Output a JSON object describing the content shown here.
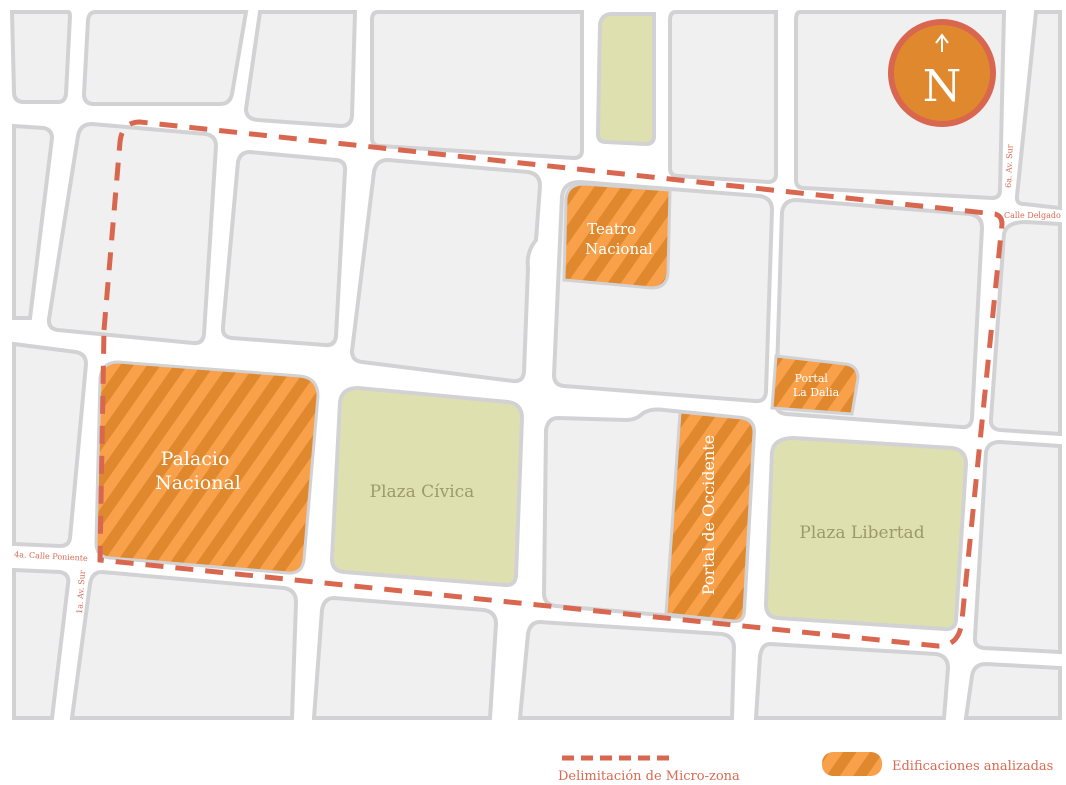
{
  "map": {
    "buildings": {
      "palacio": [
        "Palacio",
        "Nacional"
      ],
      "teatro": [
        "Teatro",
        "Nacional"
      ],
      "dalia": [
        "Portal",
        "La Dalia"
      ],
      "occidente": "Portal de Occidente"
    },
    "plazas": {
      "civica": "Plaza Cívica",
      "libertad": "Plaza Libertad"
    },
    "streets": {
      "sexta_av_sur": "6a. Av. Sur",
      "calle_delgado": "Calle Delgado",
      "cuarta_calle_poniente": "4a. Calle Poniente",
      "primera_av_sur": "1a. Av. Sur"
    },
    "compass": {
      "letter": "N"
    },
    "legend": {
      "boundary_label": "Delimitación de  Micro-zona",
      "buildings_label": "Edificaciones analizadas"
    },
    "colors": {
      "block": "#f0f0f1",
      "street_outline": "#d2d2d4",
      "plaza_fill": "#dfe0b0",
      "hatch_light": "#f9a04a",
      "hatch_dark": "#e0882e",
      "boundary": "#d9674f",
      "compass_ring": "#d9674f",
      "compass_fill": "#e0882e"
    }
  }
}
